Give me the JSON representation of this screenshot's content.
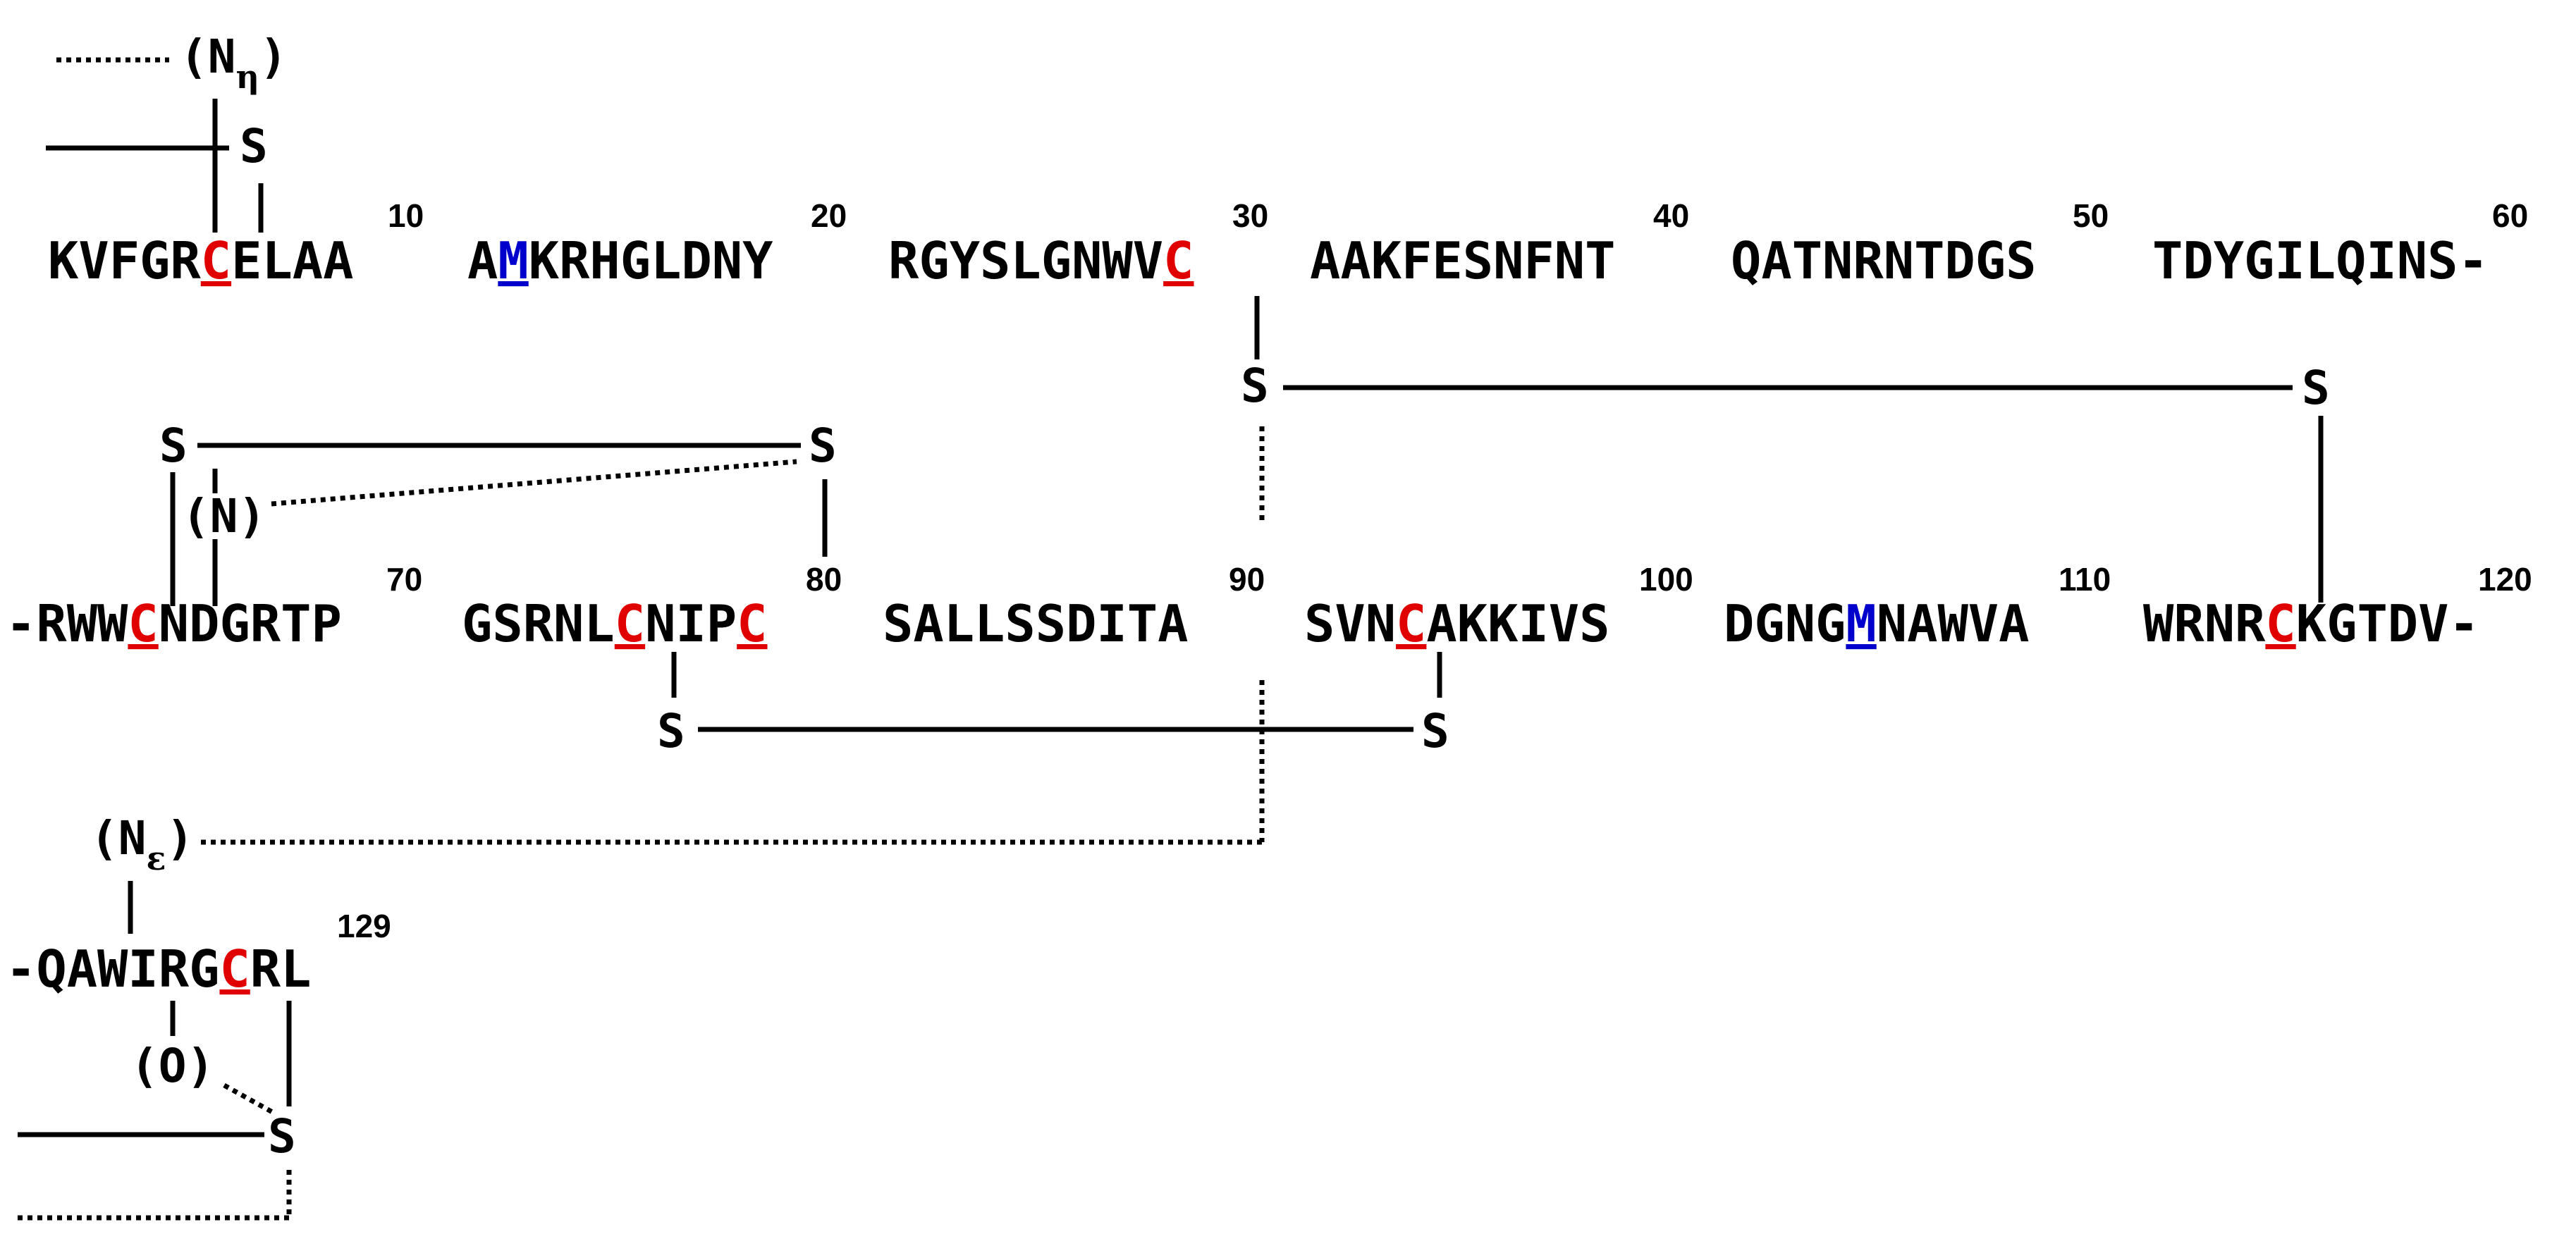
{
  "sequence": {
    "row1": [
      "KVFGRCELAA",
      "AMKRHGLDNY",
      "RGYSLGNWVC",
      "AAKFESNFNT",
      "QATNRNTDGS",
      "TDYGILQINS-"
    ],
    "row2": [
      "-RWWCNDGRTP",
      "GSRNLCNIPC",
      "SALLSSDITA",
      "SVNCAKKIVS",
      "DGNGMNAWVA",
      "WRNRCKGTDV-"
    ],
    "row3": [
      "-QAWIRGCRL"
    ]
  },
  "numbers": {
    "row1": [
      "10",
      "20",
      "30",
      "40",
      "50",
      "60"
    ],
    "row2": [
      "70",
      "80",
      "90",
      "100",
      "110",
      "120"
    ],
    "row3": [
      "129"
    ]
  },
  "atoms": {
    "sulfur": "S",
    "n_eta": "N",
    "n_eta_sub": "η",
    "n_main": "(N)",
    "n_eps": "N",
    "n_eps_sub": "ε",
    "oxygen": "(O)"
  },
  "highlights": {
    "cysteine_color": "#e00000",
    "methionine_color": "#0000cc",
    "cysteine_positions": [
      6,
      30,
      64,
      76,
      80,
      94,
      115,
      127
    ],
    "methionine_positions": [
      12,
      105
    ]
  }
}
